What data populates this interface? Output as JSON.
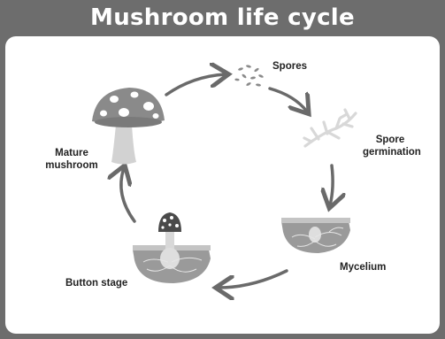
{
  "title": "Mushroom life cycle",
  "stages": {
    "spores": "Spores",
    "spore_germination_line1": "Spore",
    "spore_germination_line2": "germination",
    "mycelium": "Mycelium",
    "button_stage": "Button stage",
    "mature_line1": "Mature",
    "mature_line2": "mushroom"
  },
  "colors": {
    "header_bg": "#6d6d6d",
    "panel_bg": "#ffffff",
    "arrow": "#6a6a6a",
    "cap": "#8a8a8a",
    "stem": "#d2d2d2",
    "soil": "#9a9a9a"
  }
}
